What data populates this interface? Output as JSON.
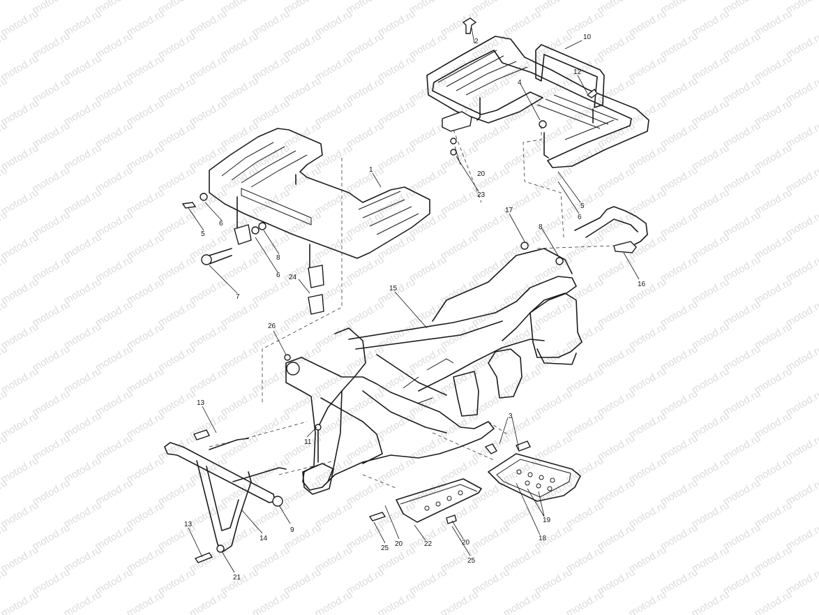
{
  "watermark": {
    "text": "motod.ru"
  },
  "callouts": [
    {
      "id": "c1",
      "label": "1"
    },
    {
      "id": "c2",
      "label": "2"
    },
    {
      "id": "c3",
      "label": "3"
    },
    {
      "id": "c4",
      "label": "4"
    },
    {
      "id": "c5a",
      "label": "5"
    },
    {
      "id": "c5b",
      "label": "5"
    },
    {
      "id": "c6a",
      "label": "6"
    },
    {
      "id": "c6b",
      "label": "6"
    },
    {
      "id": "c6c",
      "label": "6"
    },
    {
      "id": "c7",
      "label": "7"
    },
    {
      "id": "c8a",
      "label": "8"
    },
    {
      "id": "c8b",
      "label": "8"
    },
    {
      "id": "c9",
      "label": "9"
    },
    {
      "id": "c10",
      "label": "10"
    },
    {
      "id": "c11",
      "label": "11"
    },
    {
      "id": "c12",
      "label": "12"
    },
    {
      "id": "c13a",
      "label": "13"
    },
    {
      "id": "c13b",
      "label": "13"
    },
    {
      "id": "c14",
      "label": "14"
    },
    {
      "id": "c15",
      "label": "15"
    },
    {
      "id": "c16",
      "label": "16"
    },
    {
      "id": "c17",
      "label": "17"
    },
    {
      "id": "c18",
      "label": "18"
    },
    {
      "id": "c19",
      "label": "19"
    },
    {
      "id": "c20a",
      "label": "20"
    },
    {
      "id": "c20b",
      "label": "20"
    },
    {
      "id": "c20c",
      "label": "20"
    },
    {
      "id": "c21",
      "label": "21"
    },
    {
      "id": "c22",
      "label": "22"
    },
    {
      "id": "c23",
      "label": "23"
    },
    {
      "id": "c24",
      "label": "24"
    },
    {
      "id": "c25a",
      "label": "25"
    },
    {
      "id": "c25b",
      "label": "25"
    },
    {
      "id": "c26",
      "label": "26"
    }
  ]
}
